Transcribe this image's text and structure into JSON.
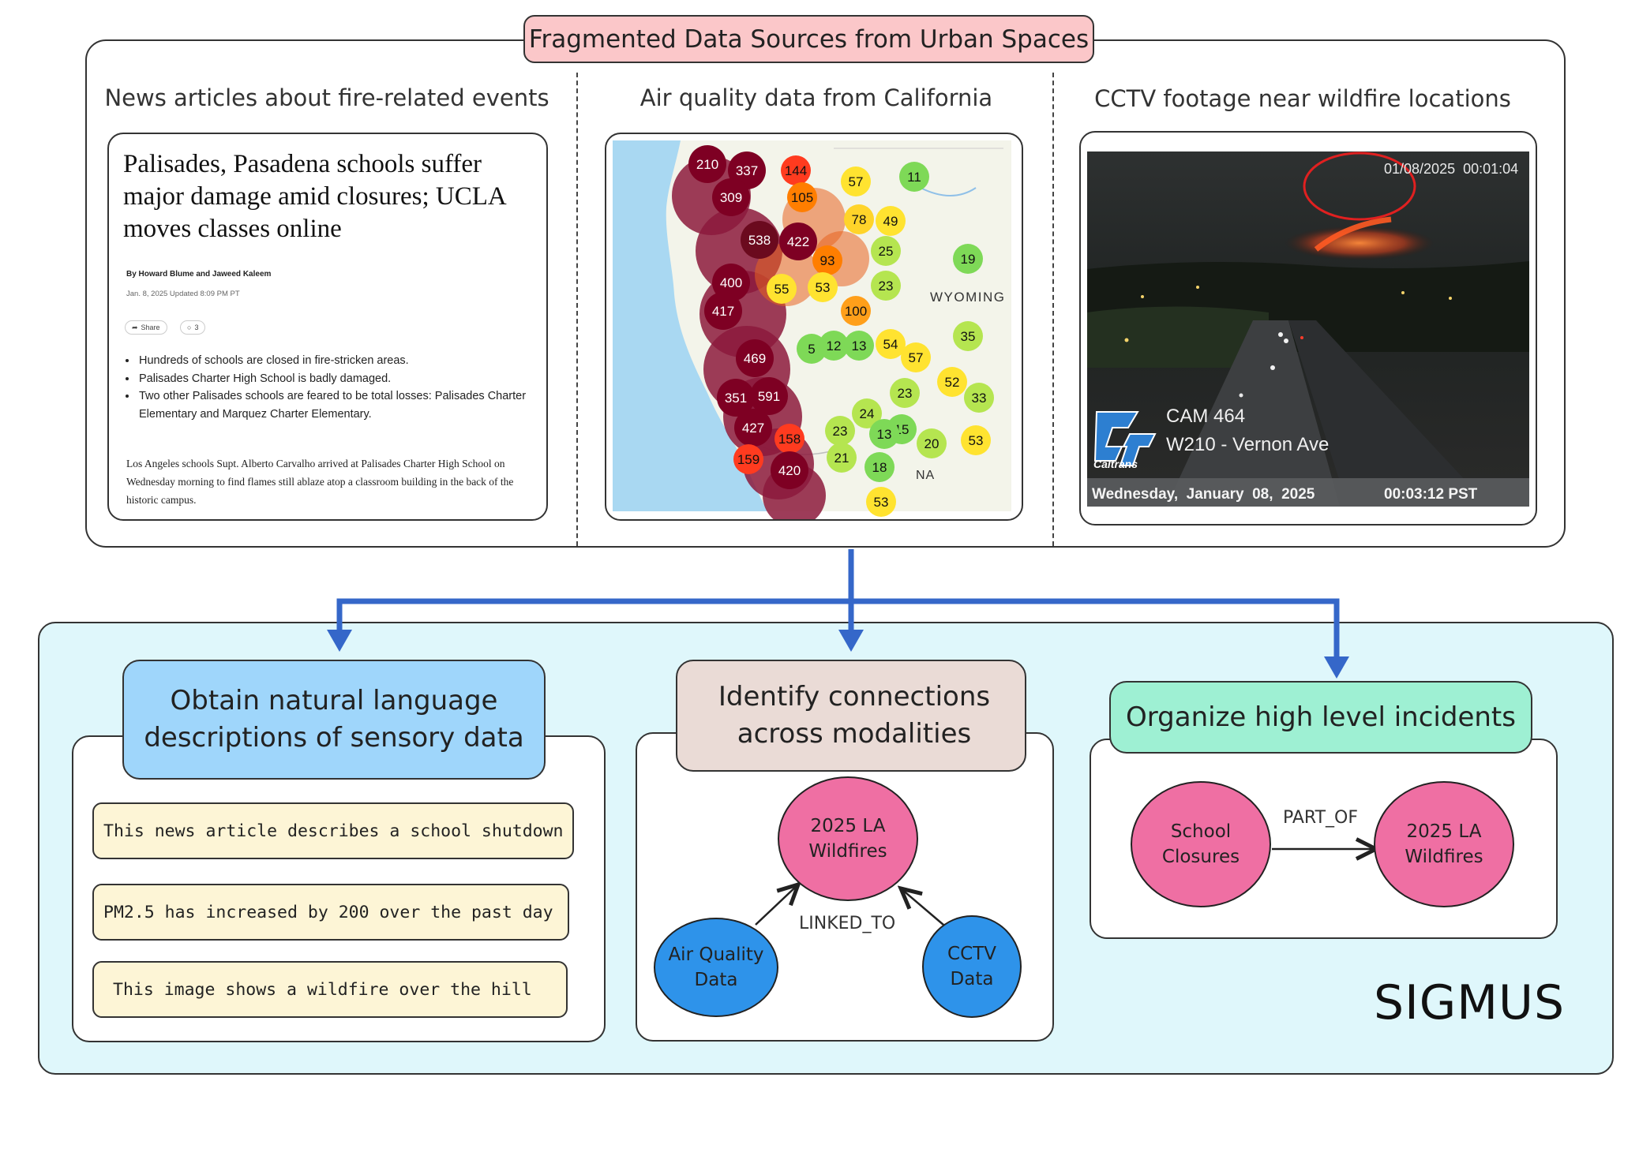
{
  "title": "Fragmented Data Sources from Urban Spaces",
  "sources": {
    "news_label": "News articles about fire-related events",
    "air_label": "Air quality data from California",
    "cctv_label": "CCTV footage near wildfire locations"
  },
  "article": {
    "headline": "Palisades, Pasadena schools suffer major damage amid closures; UCLA moves classes online",
    "byline": "By Howard Blume and Jaweed Kaleem",
    "date": "Jan. 8, 2025 Updated 8:09 PM PT",
    "share_label": "Share",
    "comment_count": "3",
    "bullets": [
      "Hundreds of schools are closed in fire-stricken areas.",
      "Palisades Charter High School is badly damaged.",
      "Two other Palisades schools are feared to be total losses: Palisades Charter Elementary and Marquez Charter Elementary."
    ],
    "body": "Los Angeles schools Supt. Alberto Carvalho arrived at Palisades Charter High School on Wednesday morning to find flames still ablaze atop a classroom building in the back of the historic campus."
  },
  "air_map": {
    "state_label": "WYOMING",
    "state_label_2": "NA",
    "readings": [
      {
        "v": "210",
        "c": "#7e0023"
      },
      {
        "v": "337",
        "c": "#7e0023"
      },
      {
        "v": "144",
        "c": "#ff3b1f"
      },
      {
        "v": "57",
        "c": "#ffe330"
      },
      {
        "v": "11",
        "c": "#7ed957"
      },
      {
        "v": "309",
        "c": "#7e0023"
      },
      {
        "v": "105",
        "c": "#ff7e00"
      },
      {
        "v": "78",
        "c": "#ffd42a"
      },
      {
        "v": "49",
        "c": "#ffe330"
      },
      {
        "v": "538",
        "c": "#6b0a1e"
      },
      {
        "v": "422",
        "c": "#7e0023"
      },
      {
        "v": "93",
        "c": "#ff7e00"
      },
      {
        "v": "25",
        "c": "#b5e550"
      },
      {
        "v": "19",
        "c": "#7ed957"
      },
      {
        "v": "400",
        "c": "#7e0023"
      },
      {
        "v": "55",
        "c": "#ffe330"
      },
      {
        "v": "53",
        "c": "#ffe330"
      },
      {
        "v": "23",
        "c": "#b5e550"
      },
      {
        "v": "100",
        "c": "#ff9f1a"
      },
      {
        "v": "417",
        "c": "#7e0023"
      },
      {
        "v": "469",
        "c": "#7e0023"
      },
      {
        "v": "5",
        "c": "#7ed957"
      },
      {
        "v": "12",
        "c": "#7ed957"
      },
      {
        "v": "13",
        "c": "#7ed957"
      },
      {
        "v": "54",
        "c": "#ffe330"
      },
      {
        "v": "57",
        "c": "#ffe330"
      },
      {
        "v": "35",
        "c": "#b5e550"
      },
      {
        "v": "351",
        "c": "#7e0023"
      },
      {
        "v": "591",
        "c": "#7e0023"
      },
      {
        "v": "23",
        "c": "#b5e550"
      },
      {
        "v": "52",
        "c": "#ffe330"
      },
      {
        "v": "33",
        "c": "#b5e550"
      },
      {
        "v": "24",
        "c": "#b5e550"
      },
      {
        "v": "15",
        "c": "#7ed957"
      },
      {
        "v": "427",
        "c": "#7e0023"
      },
      {
        "v": "158",
        "c": "#ff3b1f"
      },
      {
        "v": "23",
        "c": "#b5e550"
      },
      {
        "v": "13",
        "c": "#7ed957"
      },
      {
        "v": "20",
        "c": "#b5e550"
      },
      {
        "v": "53",
        "c": "#ffe330"
      },
      {
        "v": "159",
        "c": "#ff3b1f"
      },
      {
        "v": "420",
        "c": "#7e0023"
      },
      {
        "v": "21",
        "c": "#b5e550"
      },
      {
        "v": "18",
        "c": "#7ed957"
      },
      {
        "v": "53",
        "c": "#ffe330"
      }
    ]
  },
  "cctv": {
    "timestamp": "01/08/2025  00:01:04",
    "cam": "CAM 464",
    "location": "W210 - Vernon Ave",
    "logo_text": "Caltrans",
    "footer_date": "Wednesday,  January  08,  2025",
    "footer_time": "00:03:12 PST"
  },
  "steps": {
    "describe_header": "Obtain natural language descriptions of sensory data",
    "descriptions": [
      "This news article describes a school shutdown",
      "PM2.5 has increased by 200 over the past day",
      "This image shows a wildfire over the hill"
    ],
    "connect_header": "Identify connections across modalities",
    "connect_graph": {
      "center": "2025 LA Wildfires",
      "left": "Air Quality Data",
      "right": "CCTV Data",
      "edge": "LINKED_TO"
    },
    "organize_header": "Organize high level incidents",
    "organize_graph": {
      "source": "School Closures",
      "target": "2025 LA Wildfires",
      "edge": "PART_OF"
    }
  },
  "system_name": "SIGMUS",
  "colors": {
    "title_bg": "#fbc7c9",
    "bottom_bg": "#dff7fb",
    "arrow": "#3567c9",
    "describe_header": "#9fd6fb",
    "connect_header": "#eadbd6",
    "organize_header": "#9ef0d3",
    "node_pink": "#ef6fa3",
    "node_blue": "#2e93ea"
  }
}
